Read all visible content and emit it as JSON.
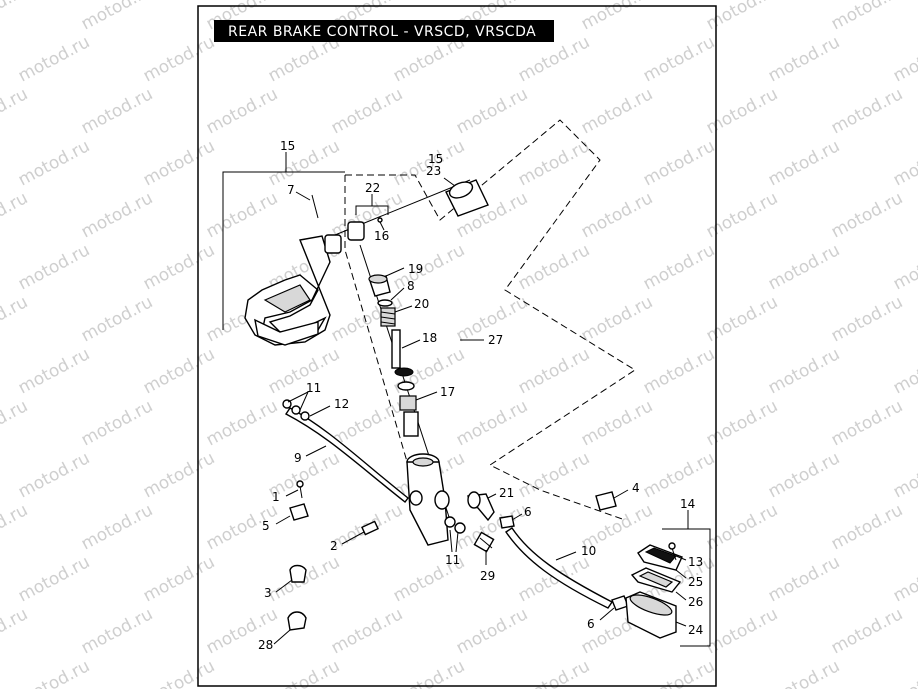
{
  "title": "REAR BRAKE CONTROL - VRSCD, VRSCDA",
  "watermark": "motod.ru",
  "colors": {
    "title_bg": "#000000",
    "title_fg": "#ffffff",
    "watermark": "#cfcfcf",
    "line": "#000000"
  },
  "callouts": {
    "c1": "1",
    "c2": "2",
    "c3": "3",
    "c4": "4",
    "c5": "5",
    "c6a": "6",
    "c6b": "6",
    "c7": "7",
    "c8": "8",
    "c9": "9",
    "c10": "10",
    "c11a": "11",
    "c11b": "11",
    "c12": "12",
    "c13": "13",
    "c14": "14",
    "c15a": "15",
    "c15b": "15",
    "c16": "16",
    "c17": "17",
    "c18": "18",
    "c19": "19",
    "c20": "20",
    "c21": "21",
    "c22": "22",
    "c23": "23",
    "c24": "24",
    "c25": "25",
    "c26": "26",
    "c27": "27",
    "c28": "28",
    "c29": "29"
  }
}
